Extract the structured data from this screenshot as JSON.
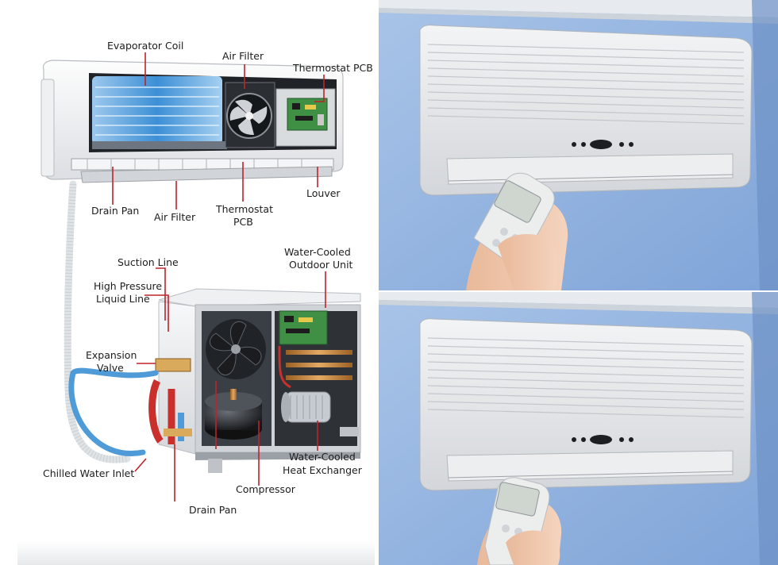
{
  "diagram": {
    "indoor_labels": {
      "evaporator_coil": "Evaporator Coil",
      "air_filter_top": "Air Filter",
      "thermostat_pcb_top": "Thermostat PCB",
      "louver": "Louver",
      "drain_pan_indoor": "Drain Pan",
      "air_filter_bottom": "Air Filter",
      "thermostat_pcb_bottom_1": "Thermostat",
      "thermostat_pcb_bottom_2": "PCB"
    },
    "outdoor_labels": {
      "suction_line": "Suction Line",
      "high_pressure_1": "High Pressure",
      "high_pressure_2": "Liquid Line",
      "expansion_valve_1": "Expansion",
      "expansion_valve_2": "Valve",
      "water_cooled_outdoor_1": "Water-Cooled",
      "water_cooled_outdoor_2": "Outdoor Unit",
      "water_cooled_hx_1": "Water-Cooled",
      "water_cooled_hx_2": "Heat Exchanger",
      "chilled_water_inlet": "Chilled Water Inlet",
      "compressor": "Compressor",
      "drain_pan_outdoor": "Drain Pan"
    },
    "colors": {
      "leader": "#c0222b",
      "coil_blue": "#3c8fd6",
      "copper": "#c98a3e",
      "hose_blue": "#4f9bd8",
      "hose_red": "#c9302c"
    }
  },
  "photos": {
    "wall_color": "#8fb3e0",
    "unit_color": "#e9eaec",
    "remote_color": "#eceded"
  }
}
